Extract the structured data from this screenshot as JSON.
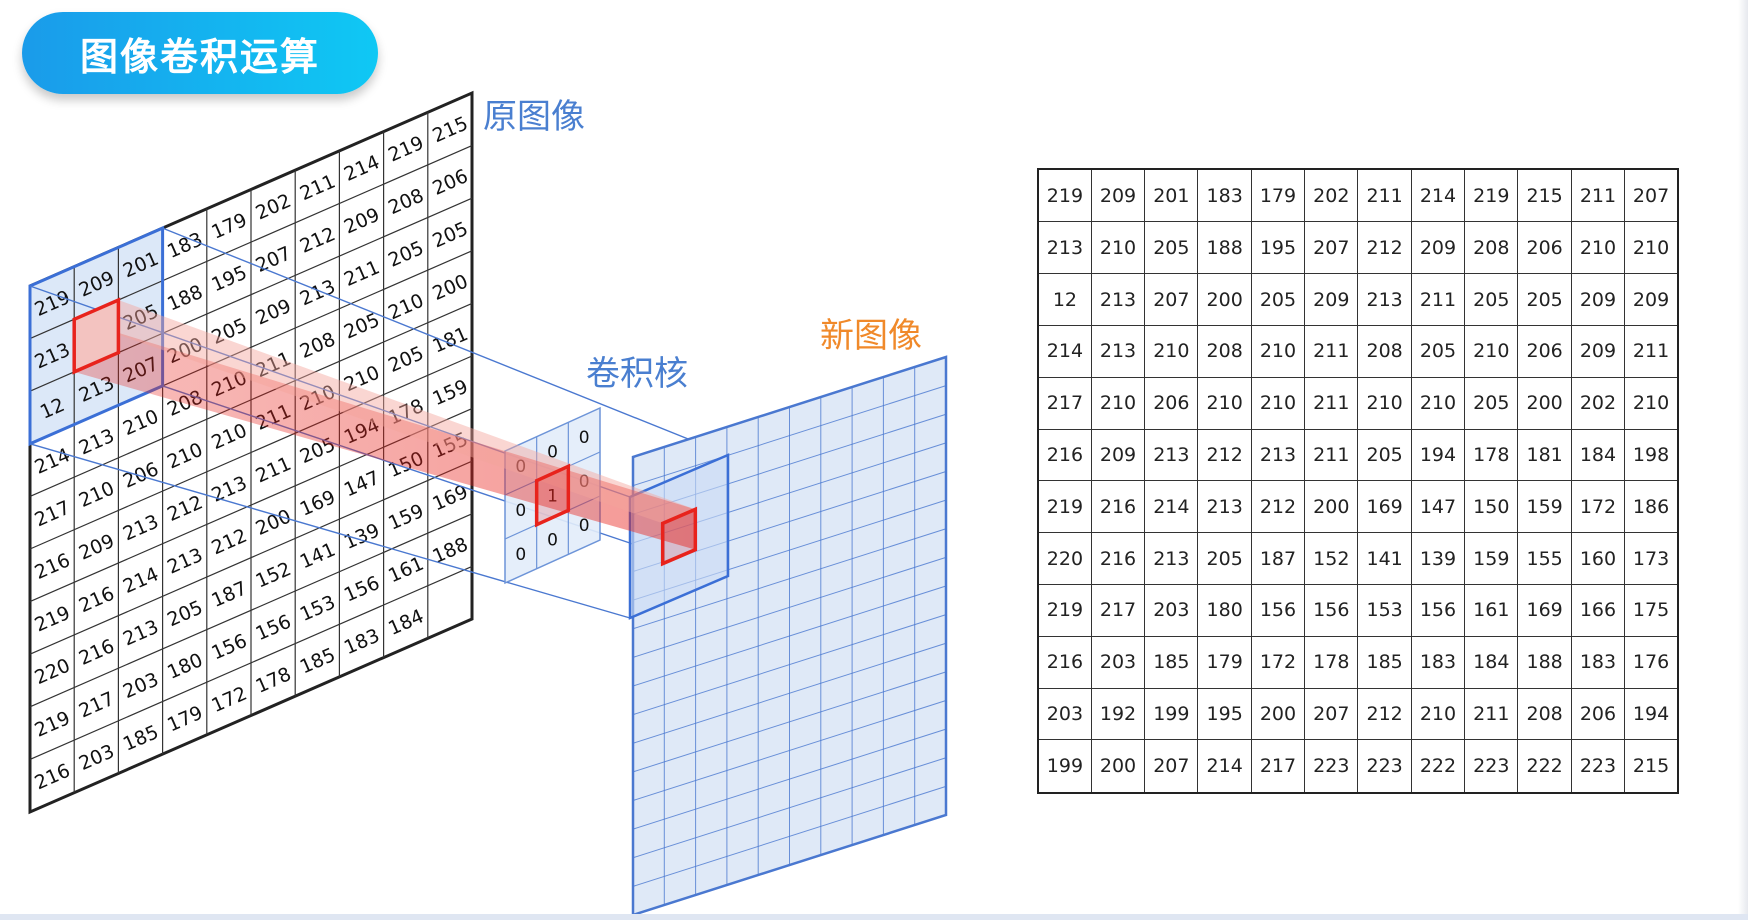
{
  "title": "图像卷积运算",
  "labels": {
    "original": "原图像",
    "kernel": "卷积核",
    "new_image": "新图像"
  },
  "colors": {
    "title_gradient_start": "#1a9bea",
    "title_gradient_end": "#0fc8f4",
    "label_blue": "#4a7fd0",
    "label_orange": "#f0892a",
    "highlight_red": "#e8231c",
    "plane_blue": "#dfe9f7",
    "grid_blue": "#4a78d0"
  },
  "kernel": [
    [
      "0",
      "0",
      "0"
    ],
    [
      "0",
      "1",
      "0"
    ],
    [
      "0",
      "0",
      "0"
    ]
  ],
  "matrix": [
    [
      "219",
      "209",
      "201",
      "183",
      "179",
      "202",
      "211",
      "214",
      "219",
      "215",
      "211",
      "207"
    ],
    [
      "213",
      "210",
      "205",
      "188",
      "195",
      "207",
      "212",
      "209",
      "208",
      "206",
      "210",
      "210"
    ],
    [
      "12",
      "213",
      "207",
      "200",
      "205",
      "209",
      "213",
      "211",
      "205",
      "205",
      "209",
      "209"
    ],
    [
      "214",
      "213",
      "210",
      "208",
      "210",
      "211",
      "208",
      "205",
      "210",
      "206",
      "209",
      "211"
    ],
    [
      "217",
      "210",
      "206",
      "210",
      "210",
      "211",
      "210",
      "210",
      "205",
      "200",
      "202",
      "210"
    ],
    [
      "216",
      "209",
      "213",
      "212",
      "213",
      "211",
      "205",
      "194",
      "178",
      "181",
      "184",
      "198"
    ],
    [
      "219",
      "216",
      "214",
      "213",
      "212",
      "200",
      "169",
      "147",
      "150",
      "159",
      "172",
      "186"
    ],
    [
      "220",
      "216",
      "213",
      "205",
      "187",
      "152",
      "141",
      "139",
      "159",
      "155",
      "160",
      "173"
    ],
    [
      "219",
      "217",
      "203",
      "180",
      "156",
      "156",
      "153",
      "156",
      "161",
      "169",
      "166",
      "175"
    ],
    [
      "216",
      "203",
      "185",
      "179",
      "172",
      "178",
      "185",
      "183",
      "184",
      "188",
      "183",
      "176"
    ],
    [
      "203",
      "192",
      "199",
      "195",
      "200",
      "207",
      "212",
      "210",
      "211",
      "208",
      "206",
      "194"
    ],
    [
      "199",
      "200",
      "207",
      "214",
      "217",
      "223",
      "223",
      "222",
      "223",
      "222",
      "223",
      "215"
    ]
  ],
  "original_image_matrix": [
    [
      "219",
      "209",
      "201",
      "183",
      "179",
      "202",
      "211",
      "214",
      "219",
      "215"
    ],
    [
      "213",
      "210",
      "205",
      "188",
      "195",
      "207",
      "212",
      "209",
      "208",
      "206"
    ],
    [
      "12",
      "213",
      "207",
      "200",
      "205",
      "209",
      "213",
      "211",
      "205",
      "205"
    ],
    [
      "214",
      "213",
      "210",
      "208",
      "210",
      "211",
      "208",
      "205",
      "210",
      "200"
    ],
    [
      "217",
      "210",
      "206",
      "210",
      "210",
      "211",
      "210",
      "210",
      "205",
      "181"
    ],
    [
      "216",
      "209",
      "213",
      "212",
      "213",
      "211",
      "205",
      "194",
      "178",
      "159"
    ],
    [
      "219",
      "216",
      "214",
      "213",
      "212",
      "200",
      "169",
      "147",
      "150",
      "155"
    ],
    [
      "220",
      "216",
      "213",
      "205",
      "187",
      "152",
      "141",
      "139",
      "159",
      "169"
    ],
    [
      "219",
      "217",
      "203",
      "180",
      "156",
      "156",
      "153",
      "156",
      "161",
      "188"
    ],
    [
      "216",
      "203",
      "185",
      "179",
      "172",
      "178",
      "185",
      "183",
      "184",
      ""
    ]
  ]
}
